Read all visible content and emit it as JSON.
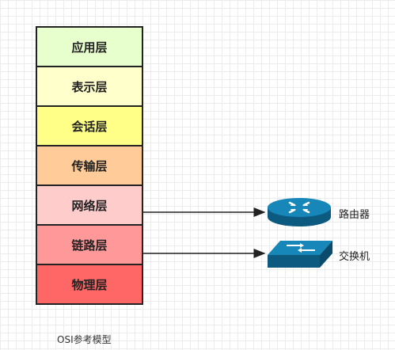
{
  "layers": [
    {
      "label": "应用层",
      "color": "#e6ffcc"
    },
    {
      "label": "表示层",
      "color": "#ffffcc"
    },
    {
      "label": "会话层",
      "color": "#ffff88"
    },
    {
      "label": "传输层",
      "color": "#ffcc99"
    },
    {
      "label": "网络层",
      "color": "#ffcccc"
    },
    {
      "label": "链路层",
      "color": "#ff9999"
    },
    {
      "label": "物理层",
      "color": "#ff6666"
    }
  ],
  "caption": "OSI参考模型",
  "devices": {
    "router": {
      "label": "路由器",
      "icon": "router-icon",
      "color": "#10739e"
    },
    "switch": {
      "label": "交换机",
      "icon": "switch-icon",
      "color": "#10739e"
    }
  }
}
